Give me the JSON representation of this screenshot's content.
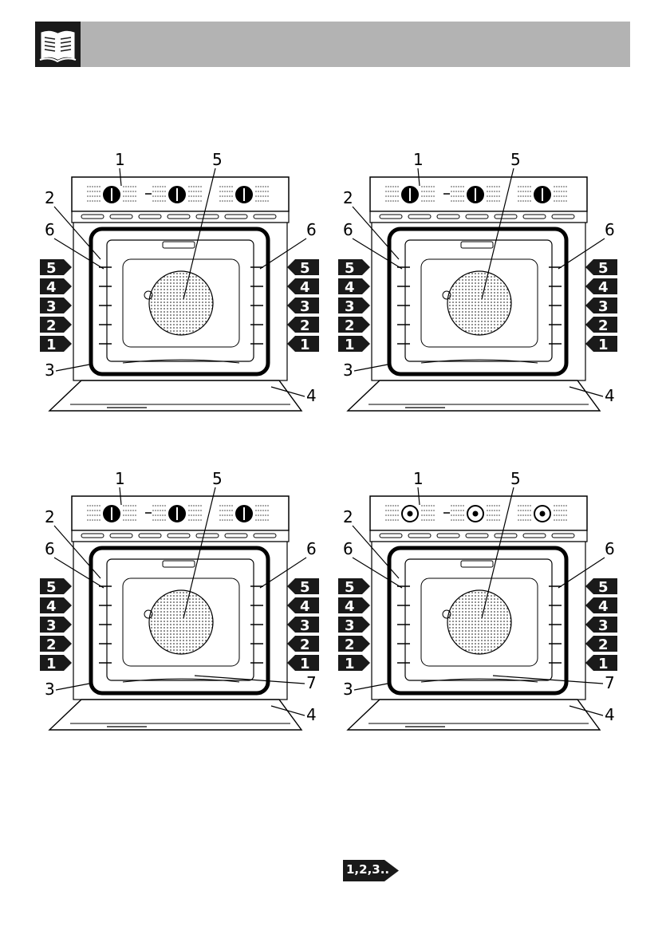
{
  "header": {
    "icon": "open-book-icon",
    "title": ""
  },
  "diagrams": [
    {
      "variant": "A",
      "callouts": {
        "controls": "1",
        "rack_guide": "2",
        "seal": "3",
        "door": "4",
        "fan": "5",
        "fixing": "6"
      },
      "shelf_numbers": [
        "5",
        "4",
        "3",
        "2",
        "1"
      ]
    },
    {
      "variant": "B",
      "callouts": {
        "controls": "1",
        "rack_guide": "2",
        "seal": "3",
        "door": "4",
        "fan": "5",
        "fixing": "6"
      },
      "shelf_numbers": [
        "5",
        "4",
        "3",
        "2",
        "1"
      ]
    },
    {
      "variant": "C",
      "callouts": {
        "controls": "1",
        "rack_guide": "2",
        "seal": "3",
        "door": "4",
        "fan": "5",
        "fixing": "6",
        "bottom_element": "7"
      },
      "shelf_numbers": [
        "5",
        "4",
        "3",
        "2",
        "1"
      ]
    },
    {
      "variant": "D",
      "callouts": {
        "controls": "1",
        "rack_guide": "2",
        "seal": "3",
        "door": "4",
        "fan": "5",
        "fixing": "6",
        "bottom_element": "7"
      },
      "shelf_numbers": [
        "5",
        "4",
        "3",
        "2",
        "1"
      ]
    }
  ],
  "footer": {
    "badge_text": "1,2,3.."
  }
}
